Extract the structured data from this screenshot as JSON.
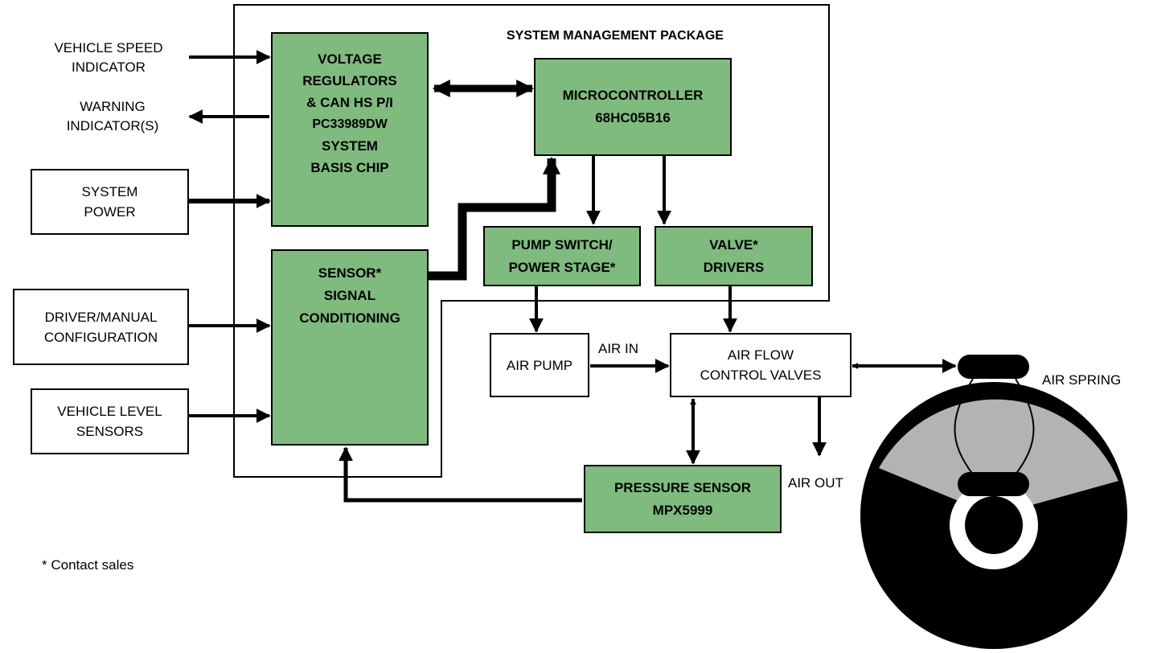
{
  "title": "SYSTEM MANAGEMENT PACKAGE",
  "inputs": {
    "vehicle_speed": [
      "VEHICLE SPEED",
      "INDICATOR"
    ],
    "warning": [
      "WARNING",
      "INDICATOR(S)"
    ],
    "system_power": [
      "SYSTEM",
      "POWER"
    ],
    "driver_config": [
      "DRIVER/MANUAL",
      "CONFIGURATION"
    ],
    "level_sensors": [
      "VEHICLE LEVEL",
      "SENSORS"
    ]
  },
  "blocks": {
    "voltage_reg": [
      "VOLTAGE",
      "REGULATORS",
      "& CAN HS P/I",
      "PC33989DW",
      "SYSTEM",
      "BASIS CHIP"
    ],
    "mcu": [
      "MICROCONTROLLER",
      "68HC05B16"
    ],
    "sensor_cond": [
      "SENSOR*",
      "SIGNAL",
      "CONDITIONING"
    ],
    "pump_switch": [
      "PUMP SWITCH/",
      "POWER STAGE*"
    ],
    "valve_drivers": [
      "VALVE*",
      "DRIVERS"
    ],
    "pressure_sensor": [
      "PRESSURE SENSOR",
      "MPX5999"
    ]
  },
  "outputs": {
    "air_pump": "AIR PUMP",
    "air_in": "AIR IN",
    "air_flow": [
      "AIR FLOW",
      "CONTROL VALVES"
    ],
    "air_out": "AIR OUT",
    "air_spring": "AIR SPRING"
  },
  "footnote": "* Contact sales",
  "colors": {
    "block_fill": "#7fbb7f",
    "stroke": "#000000",
    "wheel_gray": "#b3b3b3"
  }
}
